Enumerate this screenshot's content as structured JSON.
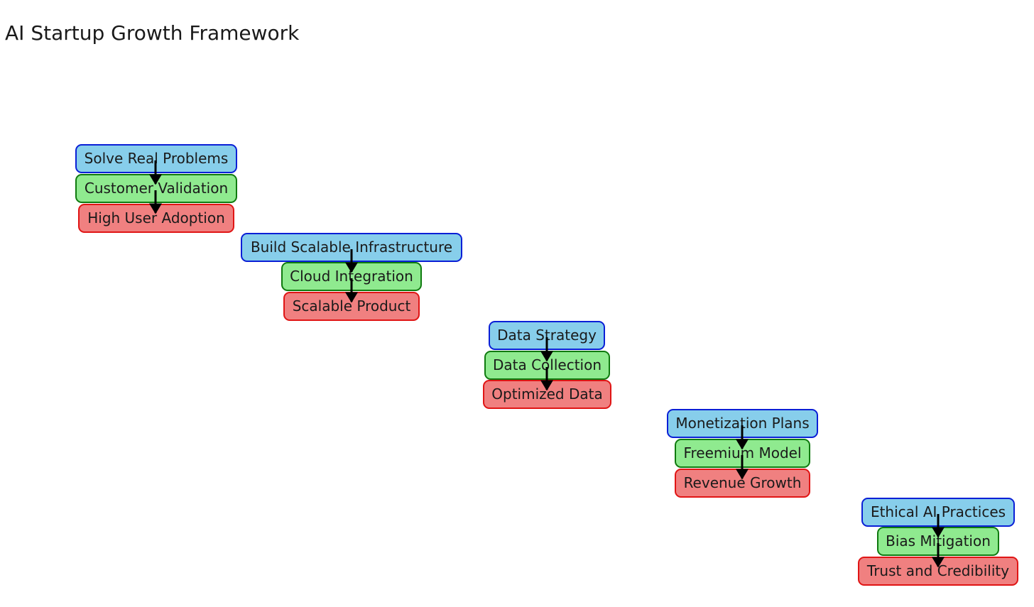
{
  "title": "AI Startup Growth Framework",
  "colors": {
    "level_fill": [
      "#87ceeb",
      "#8fea8f",
      "#f08080"
    ],
    "level_border": [
      "#0a1fd6",
      "#0f7a0f",
      "#e01515"
    ],
    "arrow": "#000000"
  },
  "groups": [
    {
      "id": "problems",
      "nodes": [
        "Solve Real Problems",
        "Customer Validation",
        "High User Adoption"
      ]
    },
    {
      "id": "infrastructure",
      "nodes": [
        "Build Scalable Infrastructure",
        "Cloud Integration",
        "Scalable Product"
      ]
    },
    {
      "id": "data",
      "nodes": [
        "Data Strategy",
        "Data Collection",
        "Optimized Data"
      ]
    },
    {
      "id": "monetization",
      "nodes": [
        "Monetization Plans",
        "Freemium Model",
        "Revenue Growth"
      ]
    },
    {
      "id": "ethics",
      "nodes": [
        "Ethical AI Practices",
        "Bias Mitigation",
        "Trust and Credibility"
      ]
    }
  ],
  "edges": [
    {
      "from": "Solve Real Problems",
      "to": "Customer Validation"
    },
    {
      "from": "Customer Validation",
      "to": "High User Adoption"
    },
    {
      "from": "Build Scalable Infrastructure",
      "to": "Cloud Integration"
    },
    {
      "from": "Cloud Integration",
      "to": "Scalable Product"
    },
    {
      "from": "Data Strategy",
      "to": "Data Collection"
    },
    {
      "from": "Data Collection",
      "to": "Optimized Data"
    },
    {
      "from": "Monetization Plans",
      "to": "Freemium Model"
    },
    {
      "from": "Freemium Model",
      "to": "Revenue Growth"
    },
    {
      "from": "Ethical AI Practices",
      "to": "Bias Mitigation"
    },
    {
      "from": "Bias Mitigation",
      "to": "Trust and Credibility"
    }
  ]
}
